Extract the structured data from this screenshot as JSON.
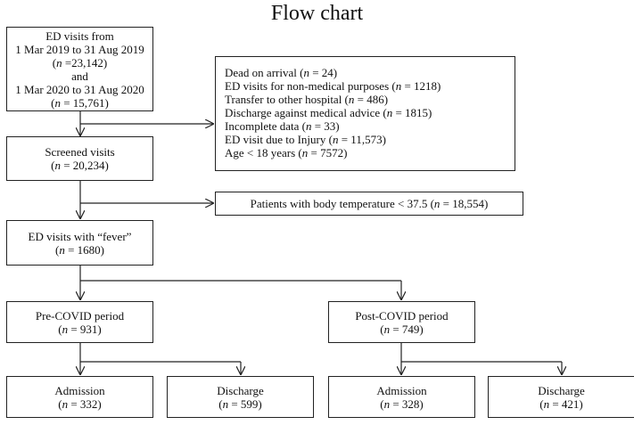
{
  "title": "Flow chart",
  "nodes": {
    "ed_visits": {
      "lines": [
        {
          "text": "ED visits from"
        },
        {
          "text": "1 Mar 2019 to 31 Aug 2019"
        },
        {
          "prefix": "(",
          "n": "n",
          "rest": " =23,142)"
        },
        {
          "text": "and"
        },
        {
          "text": "1 Mar 2020 to 31 Aug 2020"
        },
        {
          "prefix": "(",
          "n": "n",
          "rest": " = 15,761)"
        }
      ]
    },
    "exclusions": {
      "lines": [
        {
          "prefix": "Dead on arrival (",
          "n": "n",
          "rest": " = 24)"
        },
        {
          "prefix": "ED visits for non-medical purposes (",
          "n": "n",
          "rest": " = 1218)"
        },
        {
          "prefix": "Transfer to other hospital (",
          "n": "n",
          "rest": " = 486)"
        },
        {
          "prefix": "Discharge against medical advice (",
          "n": "n",
          "rest": " = 1815)"
        },
        {
          "prefix": "Incomplete data (",
          "n": "n",
          "rest": " = 33)"
        },
        {
          "prefix": "ED visit due to Injury (",
          "n": "n",
          "rest": " = 11,573)"
        },
        {
          "prefix": "Age < 18 years (",
          "n": "n",
          "rest": " = 7572)"
        }
      ]
    },
    "screened": {
      "lines": [
        {
          "text": "Screened visits"
        },
        {
          "prefix": "(",
          "n": "n",
          "rest": " = 20,234)"
        }
      ]
    },
    "temp_exclusion": {
      "lines": [
        {
          "prefix": "Patients with body temperature < 37.5 (",
          "n": "n",
          "rest": " = 18,554)"
        }
      ]
    },
    "fever": {
      "lines": [
        {
          "text": "ED visits with “fever”"
        },
        {
          "prefix": "(",
          "n": "n",
          "rest": " = 1680)"
        }
      ]
    },
    "pre_covid": {
      "lines": [
        {
          "text": "Pre-COVID period"
        },
        {
          "prefix": "(",
          "n": "n",
          "rest": " = 931)"
        }
      ]
    },
    "post_covid": {
      "lines": [
        {
          "text": "Post-COVID period"
        },
        {
          "prefix": "(",
          "n": "n",
          "rest": " = 749)"
        }
      ]
    },
    "pre_admission": {
      "lines": [
        {
          "text": "Admission"
        },
        {
          "prefix": "(",
          "n": "n",
          "rest": " = 332)"
        }
      ]
    },
    "pre_discharge": {
      "lines": [
        {
          "text": "Discharge"
        },
        {
          "prefix": "(",
          "n": "n",
          "rest": " = 599)"
        }
      ]
    },
    "post_admission": {
      "lines": [
        {
          "text": "Admission"
        },
        {
          "prefix": "(",
          "n": "n",
          "rest": " = 328)"
        }
      ]
    },
    "post_discharge": {
      "lines": [
        {
          "text": "Discharge"
        },
        {
          "prefix": "(",
          "n": "n",
          "rest": " = 421)"
        }
      ]
    }
  },
  "colors": {
    "line": "#222222",
    "box_border": "#222222"
  }
}
